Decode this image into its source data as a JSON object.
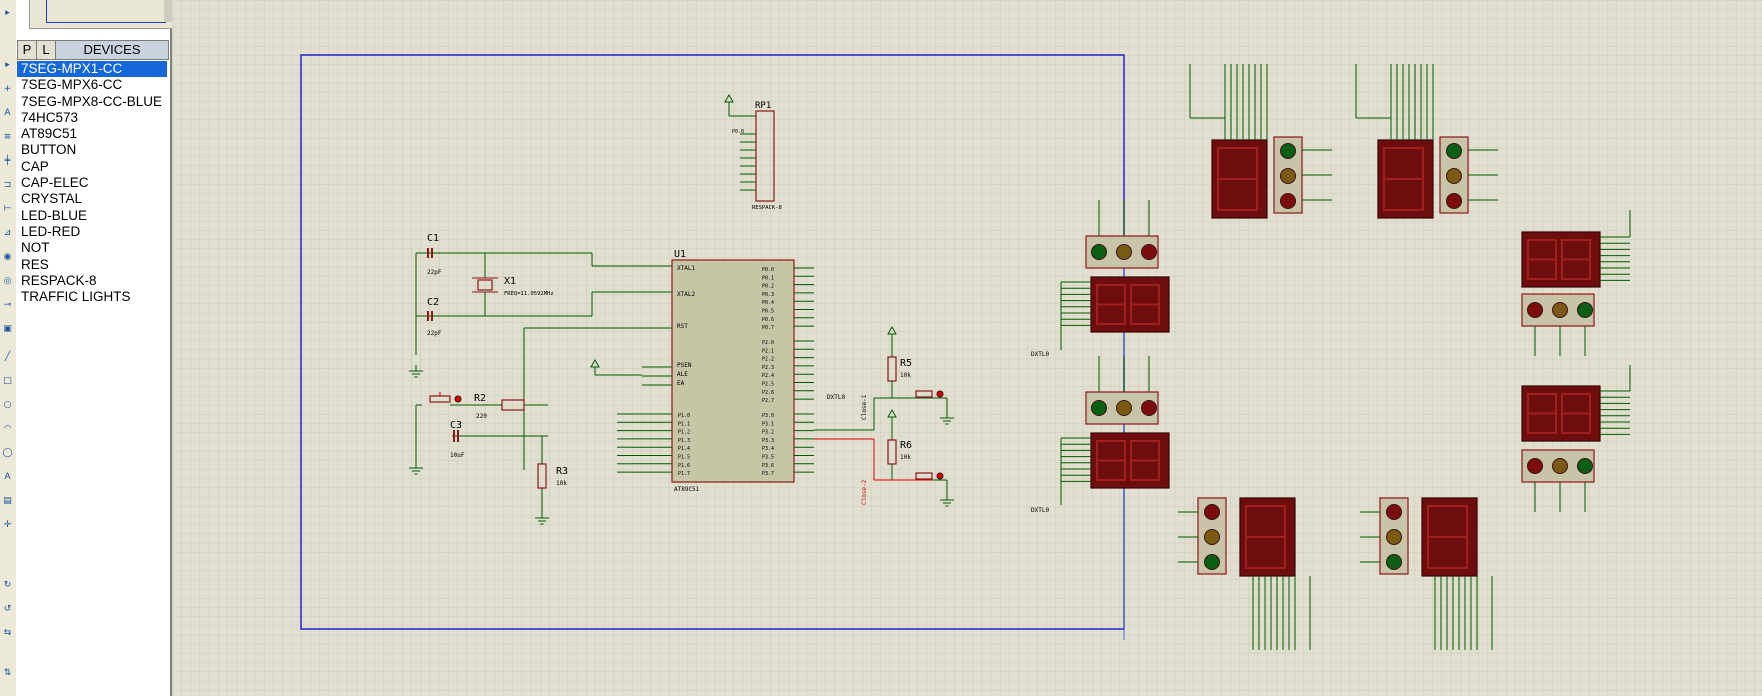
{
  "devices_panel": {
    "pick_button": "P",
    "library_button": "L",
    "title": "DEVICES",
    "selected_index": 0,
    "items": [
      "7SEG-MPX1-CC",
      "7SEG-MPX6-CC",
      "7SEG-MPX8-CC-BLUE",
      "74HC573",
      "AT89C51",
      "BUTTON",
      "CAP",
      "CAP-ELEC",
      "CRYSTAL",
      "LED-BLUE",
      "LED-RED",
      "NOT",
      "RES",
      "RESPACK-8",
      "TRAFFIC LIGHTS"
    ]
  },
  "schematic": {
    "colors": {
      "sheet": "#e1dfcf",
      "grid": "#b9b9a9",
      "border": "#2323c8",
      "wire": "#005a00",
      "part": "#8b1818",
      "seg_body": "#6e0d0d",
      "led_green": "#0b5f14",
      "led_amber": "#7a5a12",
      "led_red": "#7c0d0d",
      "mcu_fill": "#c6c6a6",
      "active": "#e00000"
    },
    "labels": {
      "c1": "C1",
      "c2": "C2",
      "c3": "C3",
      "x1": "X1",
      "r2": "R2",
      "r3": "R3",
      "r5": "R5",
      "r6": "R6",
      "u1": "U1",
      "rp1": "RP1",
      "c1_val": "22pF",
      "c2_val": "22pF",
      "c3_val": "10uF",
      "x1_val": "FREQ=11.0592MHz",
      "r2_val": "220",
      "r3_val": "10k",
      "r5_val": "10k",
      "r6_val": "10k",
      "rp1_type": "RESPACK-8",
      "u1_type": "AT89C51",
      "xtal1": "XTAL1",
      "xtal2": "XTAL2",
      "rst": "RST",
      "psen": "PSEN",
      "ale": "ALE",
      "ea": "EA",
      "sw1_net": "Close-1",
      "sw2_net": "Close-2",
      "led_port": "DXTL0",
      "rp_pin": "P0.0"
    }
  }
}
